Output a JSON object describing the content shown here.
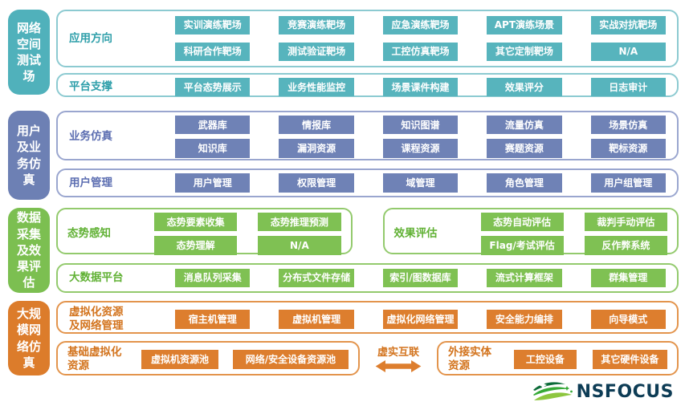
{
  "sections": [
    {
      "tab": "网络空间测试场",
      "rows": [
        {
          "label": "应用方向",
          "buttons": [
            "实训演练靶场",
            "竞赛演练靶场",
            "应急演练靶场",
            "APT演练场景",
            "实战对抗靶场",
            "科研合作靶场",
            "测试验证靶场",
            "工控仿真靶场",
            "其它定制靶场",
            "N/A"
          ]
        },
        {
          "label": "平台支撑",
          "buttons": [
            "平台态势展示",
            "业务性能监控",
            "场景课件构建",
            "效果评分",
            "日志审计"
          ]
        }
      ]
    },
    {
      "tab": "用户及业务仿真",
      "rows": [
        {
          "label": "业务仿真",
          "buttons": [
            "武器库",
            "情报库",
            "知识图谱",
            "流量仿真",
            "场景仿真",
            "知识库",
            "漏洞资源",
            "课程资源",
            "赛题资源",
            "靶标资源"
          ]
        },
        {
          "label": "用户管理",
          "buttons": [
            "用户管理",
            "权限管理",
            "域管理",
            "角色管理",
            "用户组管理"
          ]
        }
      ]
    },
    {
      "tab": "数据采集及效果评估",
      "rows": [
        {
          "boxes": [
            {
              "label": "态势感知",
              "buttons": [
                "态势要素收集",
                "态势推理预测",
                "态势理解",
                "N/A"
              ]
            },
            {
              "label": "效果评估",
              "buttons": [
                "态势自动评估",
                "裁判手动评估",
                "Flag/考试评估",
                "反作弊系统"
              ]
            }
          ]
        },
        {
          "label": "大数据平台",
          "buttons": [
            "消息队列采集",
            "分布式文件存储",
            "索引/图数据库",
            "流式计算框架",
            "群集管理"
          ]
        }
      ]
    },
    {
      "tab": "大规模网络仿真",
      "rows": [
        {
          "label": "虚拟化资源及网络管理",
          "buttons": [
            "宿主机管理",
            "虚拟机管理",
            "虚拟化网络管理",
            "安全能力编排",
            "向导模式"
          ]
        },
        {
          "connector": "虚实互联",
          "boxes": [
            {
              "label": "基础虚拟化资源",
              "buttons": [
                "虚拟机资源池",
                "网络/安全设备资源池"
              ]
            },
            {
              "label": "外接实体资源",
              "buttons": [
                "工控设备",
                "其它硬件设备"
              ]
            }
          ]
        }
      ]
    }
  ],
  "logo": {
    "brand": "NSFOCUS"
  },
  "icons": {
    "connector": "double-arrow-icon",
    "logo_mark": "nsfocus-swoosh-icon"
  },
  "palette": {
    "teal": "#57b4bd",
    "slate_blue": "#6f82b6",
    "green": "#7fc153",
    "orange": "#dd7e2e",
    "logo_navy": "#0d3c55",
    "logo_green": "#35a936"
  }
}
